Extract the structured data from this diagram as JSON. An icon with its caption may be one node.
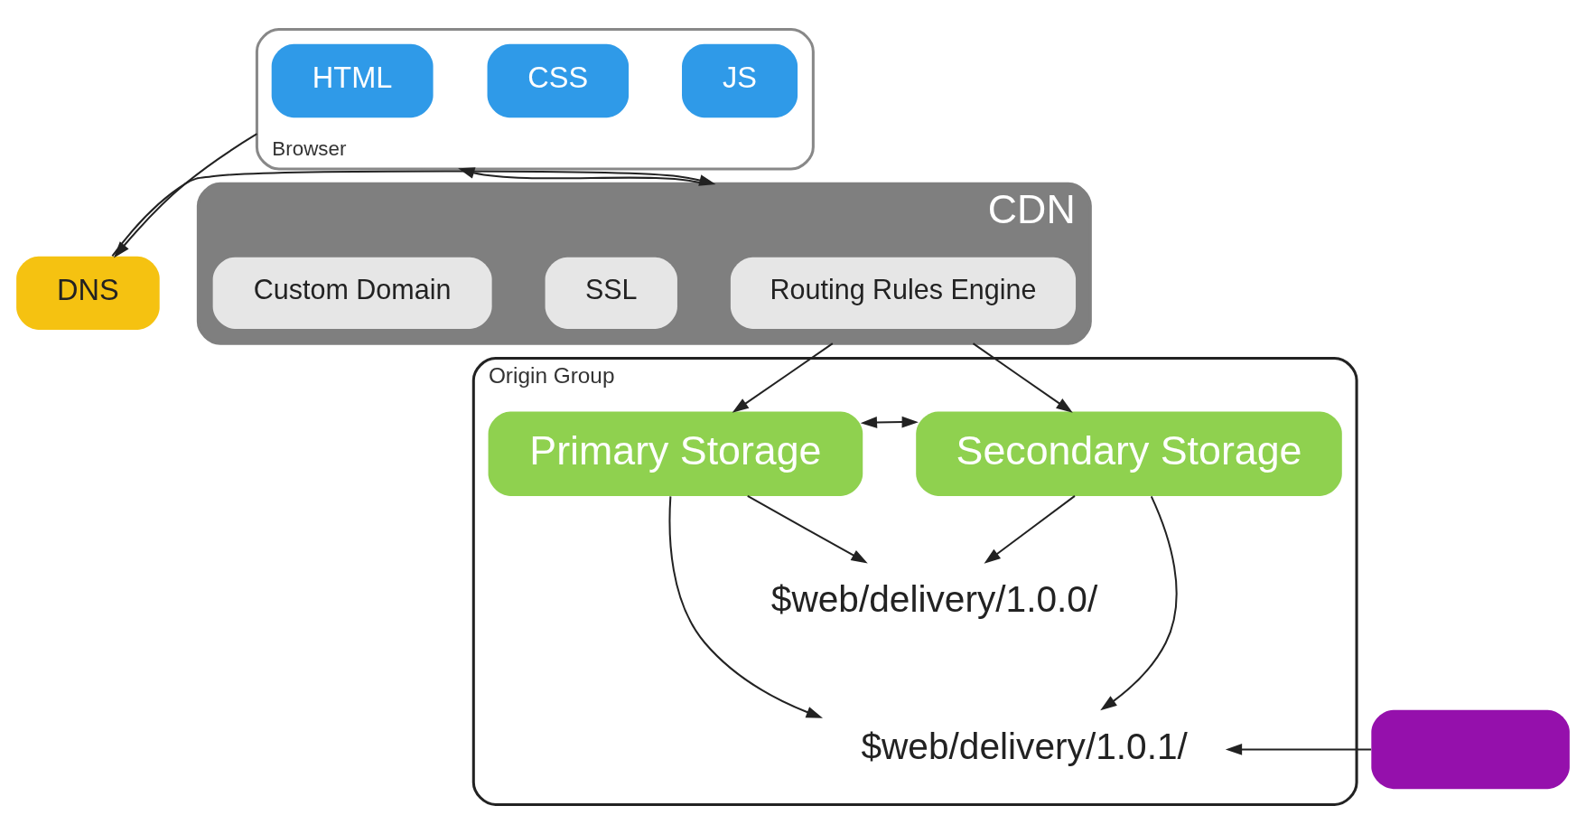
{
  "diagram": {
    "nodes": [
      {
        "text": [
          "Browser"
        ]
      },
      {
        "text": [
          "HTML"
        ],
        "in": 0
      },
      {
        "text": [
          "CSS"
        ],
        "in": 0
      },
      {
        "text": [
          "JS"
        ],
        "in": 0
      },
      {
        "text": [
          "DNS"
        ]
      },
      {
        "text": [
          "CDN"
        ]
      },
      {
        "text": [
          "Custom Domain"
        ],
        "in": 5
      },
      {
        "text": [
          "SSL"
        ],
        "in": 5
      },
      {
        "text": [
          "Routing Rules Engine"
        ],
        "in": 5
      },
      {
        "text": [
          "Origin Group"
        ]
      },
      {
        "text": [
          "Primary Storage"
        ],
        "in": 9
      },
      {
        "text": [
          "Secondary Storage"
        ],
        "in": 9
      },
      {
        "text": [
          "$web/delivery/1.0.0/"
        ],
        "in": 9
      },
      {
        "text": [
          "$web/delivery/1.0.1/"
        ],
        "in": 9
      },
      {
        "text": [],
        "shape": "box"
      }
    ],
    "edges": [
      {
        "from": 0,
        "to": 4,
        "arrow": "to"
      },
      {
        "from": 4,
        "to": 5,
        "arrow": "to"
      },
      {
        "from": 5,
        "to": 0,
        "arrow": "to"
      },
      {
        "from": 5,
        "to": 10,
        "arrow": "to"
      },
      {
        "from": 5,
        "to": 11,
        "arrow": "to"
      },
      {
        "from": 10,
        "to": 11,
        "arrow": "both"
      },
      {
        "from": 10,
        "to": 12,
        "arrow": "to"
      },
      {
        "from": 10,
        "to": 13,
        "arrow": "to"
      },
      {
        "from": 11,
        "to": 12,
        "arrow": "to"
      },
      {
        "from": 11,
        "to": 13,
        "arrow": "to"
      },
      {
        "from": 14,
        "to": 13,
        "arrow": "to"
      }
    ]
  }
}
